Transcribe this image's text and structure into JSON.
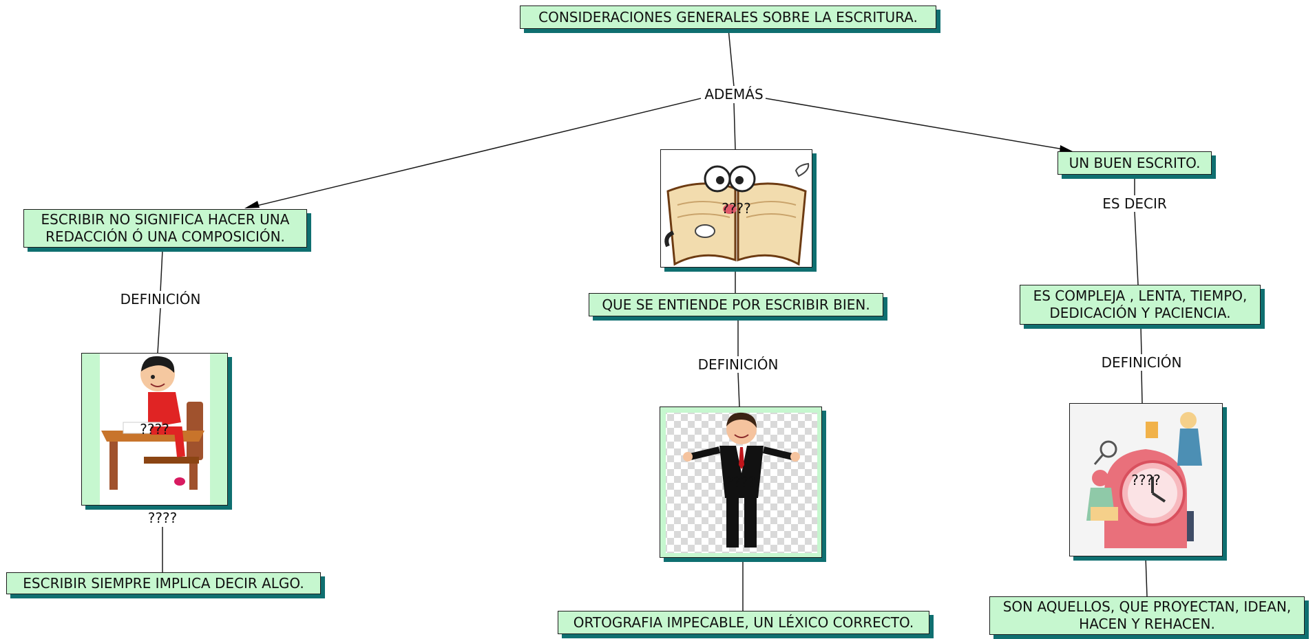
{
  "nodes": {
    "root": "CONSIDERACIONES GENERALES SOBRE LA ESCRITURA.",
    "left_main": "ESCRIBIR NO SIGNIFICA HACER UNA\nREDACCIÓN Ó UNA COMPOSICIÓN.",
    "left_bottom": "ESCRIBIR SIEMPRE IMPLICA DECIR ALGO.",
    "center_main": "QUE SE ENTIENDE POR ESCRIBIR BIEN.",
    "center_bottom": "ORTOGRAFIA IMPECABLE, UN LÉXICO CORRECTO.",
    "right_main": "UN BUEN  ESCRITO.",
    "right_mid": "ES COMPLEJA , LENTA, TIEMPO,\nDEDICACIÓN  Y PACIENCIA.",
    "right_bottom": "SON AQUELLOS, QUE PROYECTAN, IDEAN,\nHACEN Y REHACEN."
  },
  "image_nodes": {
    "book": {
      "caption": "????",
      "icon": "cartoon-book-icon"
    },
    "child": {
      "caption": "????",
      "icon": "child-writing-icon"
    },
    "man": {
      "caption": "????",
      "icon": "businessman-icon"
    },
    "clock": {
      "caption": "????",
      "icon": "people-clock-icon"
    }
  },
  "labels": {
    "ademas": "ADEMÁS",
    "es_decir": "ES DECIR",
    "def_left": "DEFINICIÓN",
    "def_center": "DEFINICIÓN",
    "def_right": "DEFINICIÓN",
    "q_left": "????"
  },
  "colors": {
    "node_fill": "#c6f7cf",
    "shadow": "#0f6f70",
    "line": "#1b1b1b"
  }
}
